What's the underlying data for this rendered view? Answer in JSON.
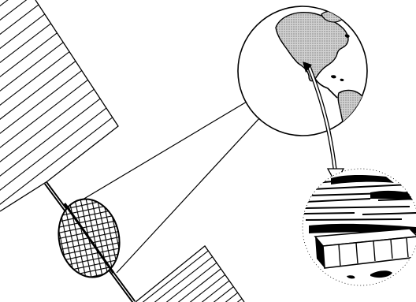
{
  "diagram": {
    "elements": [
      {
        "name": "solar-panel-upper",
        "kind": "hatched panel"
      },
      {
        "name": "solar-panel-lower",
        "kind": "hatched panel"
      },
      {
        "name": "satellite-boom",
        "kind": "rod"
      },
      {
        "name": "antenna-dish",
        "kind": "cross-hatched ellipse"
      },
      {
        "name": "beam-cone",
        "kind": "lines to earth"
      },
      {
        "name": "earth-globe",
        "kind": "globe with Americas"
      },
      {
        "name": "curved-arrow",
        "kind": "arrow to inset"
      },
      {
        "name": "inset-circle",
        "kind": "building close-up"
      }
    ]
  },
  "colors": {
    "ink": "#000000",
    "paper": "#ffffff",
    "land": "#bdbdbd"
  }
}
